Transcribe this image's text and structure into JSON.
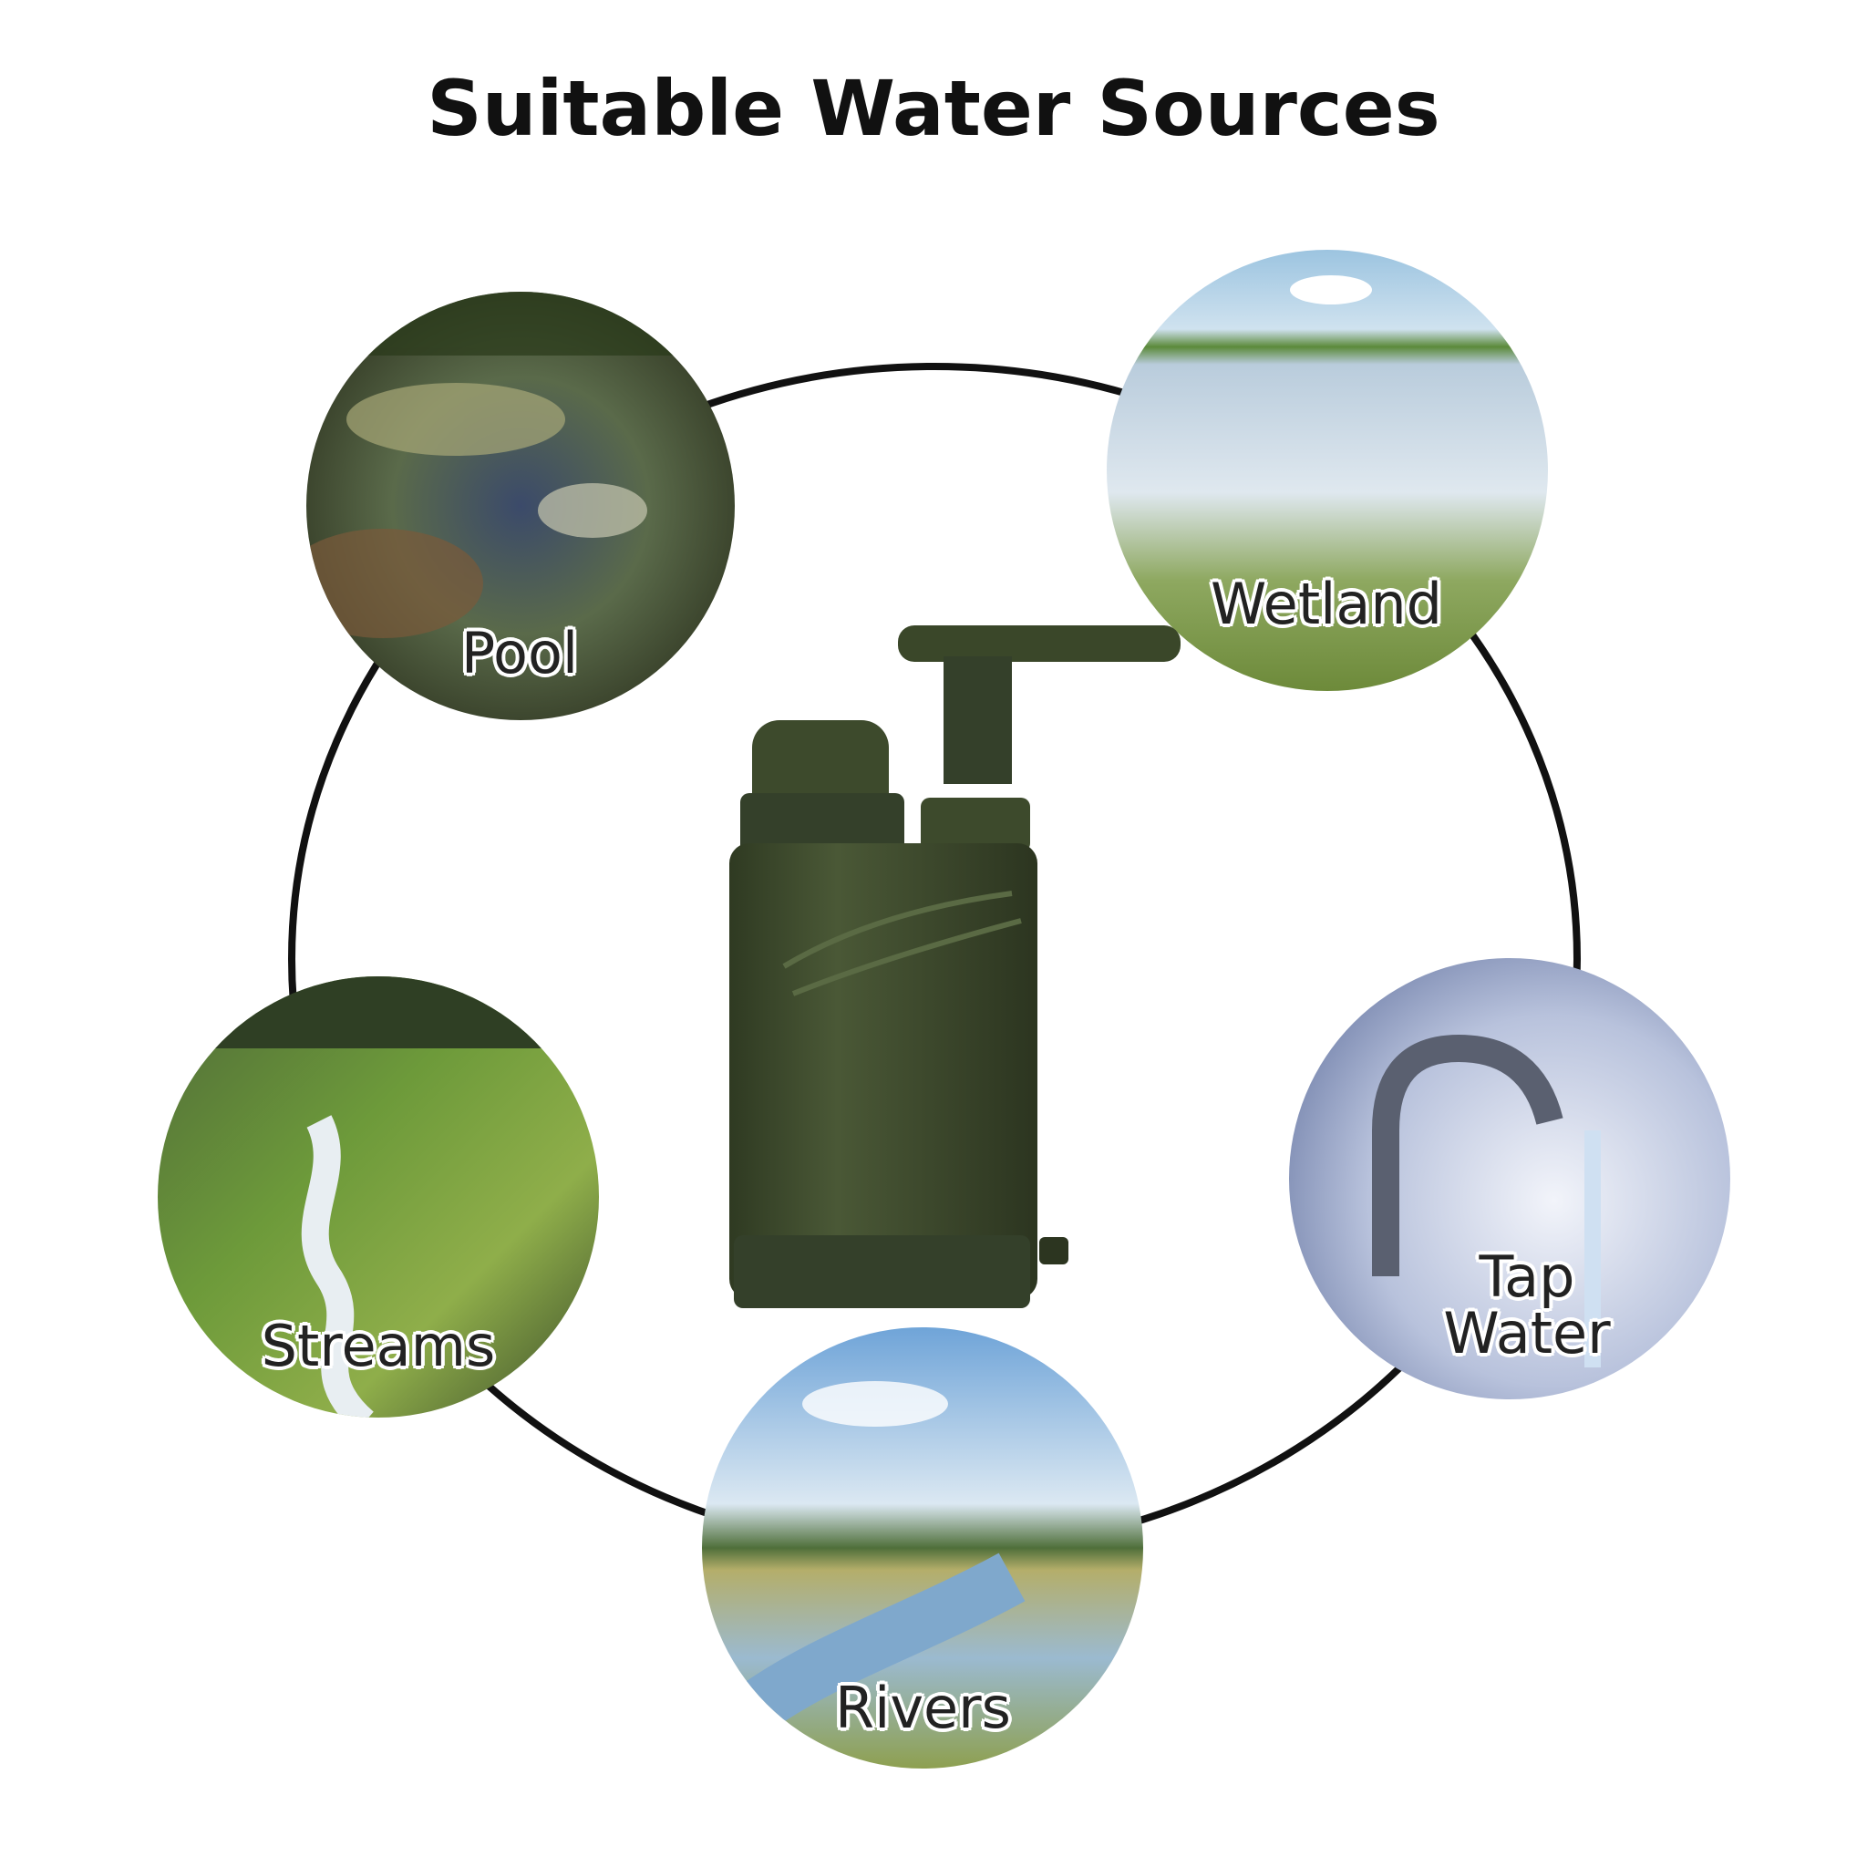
{
  "title": "Suitable Water Sources",
  "sources": [
    {
      "label": "Pool",
      "icon": "pond-photo"
    },
    {
      "label": "Wetland",
      "icon": "wetland-photo"
    },
    {
      "label": "Streams",
      "icon": "stream-photo"
    },
    {
      "label": "Tap Water",
      "icon": "faucet-photo"
    },
    {
      "label": "Rivers",
      "icon": "river-photo"
    }
  ],
  "product": {
    "icon": "water-filter-pump",
    "color": "#3d4a2c"
  }
}
